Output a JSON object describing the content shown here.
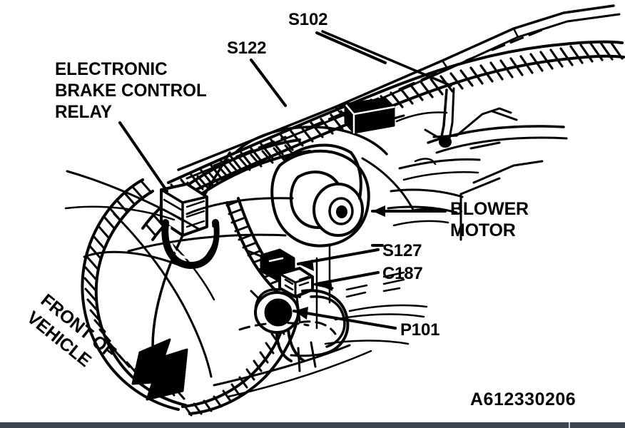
{
  "document": {
    "type": "component-location-diagram",
    "subject": "Electronic brake control relay and blower motor wiring harness location",
    "background_color": "#ffffff",
    "ink_color": "#000000",
    "bottom_bar_color": "#3e4552",
    "bottom_bar_divider_color": "#c8cbd2"
  },
  "labels": {
    "electronic_brake_control_relay": "ELECTRONIC\nBRAKE CONTROL\nRELAY",
    "s122": "S122",
    "s102": "S102",
    "blower_motor": "BLOWER\nMOTOR",
    "s127": "S127",
    "c187": "C187",
    "p101": "P101",
    "front_of_vehicle": "FRONT OF\nVEHICLE",
    "part_number": "A612330206"
  },
  "callouts": [
    {
      "id": "electronic-brake-control-relay",
      "text": "ELECTRONIC BRAKE CONTROL RELAY",
      "leader": "line",
      "points_to": "relay-connector"
    },
    {
      "id": "s122",
      "text": "S122",
      "leader": "line",
      "points_to": "harness-splice-upper-left"
    },
    {
      "id": "s102",
      "text": "S102",
      "leader": "line",
      "points_to": "harness-splice-upper-right"
    },
    {
      "id": "blower-motor",
      "text": "BLOWER MOTOR",
      "leader": "arrow",
      "points_to": "blower-motor-housing"
    },
    {
      "id": "s127",
      "text": "S127",
      "leader": "arrow",
      "points_to": "splice-s127"
    },
    {
      "id": "c187",
      "text": "C187",
      "leader": "arrow",
      "points_to": "connector-c187"
    },
    {
      "id": "p101",
      "text": "P101",
      "leader": "arrow",
      "points_to": "pass-through-grommet"
    },
    {
      "id": "front-of-vehicle",
      "text": "FRONT OF VEHICLE",
      "leader": "solid-arrow",
      "points_to": "vehicle-front-direction"
    }
  ],
  "components": [
    {
      "name": "electronic-brake-control-relay",
      "shape": "rectangular-connector-block"
    },
    {
      "name": "blower-motor",
      "shape": "cylindrical-housing-concentric-circles"
    },
    {
      "name": "wiring-harness",
      "shape": "ribbed-corrugated-conduit"
    },
    {
      "name": "cowl-panel",
      "shape": "structural-rail"
    },
    {
      "name": "fender-wheel-arch",
      "shape": "large-curve"
    },
    {
      "name": "front-of-vehicle-arrow",
      "shape": "filled-block-arrow"
    }
  ]
}
